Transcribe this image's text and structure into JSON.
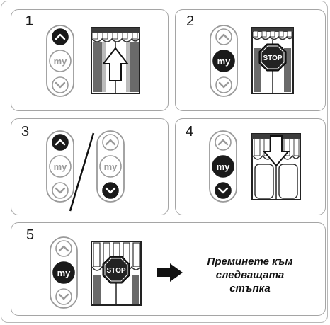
{
  "steps": [
    {
      "number": "1",
      "remote": {
        "up": "pressed",
        "my": "normal",
        "down": "normal"
      },
      "my_label": "my",
      "illustration": "awning-open-arrow-up-icon"
    },
    {
      "number": "2",
      "remote": {
        "up": "normal",
        "my": "pressed",
        "down": "normal"
      },
      "my_label": "my",
      "illustration": "awning-stop-sign-icon",
      "stop_label": "STOP"
    },
    {
      "number": "3",
      "remote_a": {
        "up": "pressed",
        "my": "normal",
        "down": "normal"
      },
      "remote_b": {
        "up": "normal",
        "my": "normal",
        "down": "pressed"
      },
      "my_label": "my",
      "illustration": "slash-separator"
    },
    {
      "number": "4",
      "remote": {
        "up": "normal",
        "my": "pressed",
        "down": "pressed"
      },
      "my_label": "my",
      "illustration": "awning-arrow-down-icon"
    },
    {
      "number": "5",
      "remote": {
        "up": "normal",
        "my": "pressed",
        "down": "normal"
      },
      "my_label": "my",
      "illustration": "awning-stop-sign-icon",
      "stop_label": "STOP",
      "next_text": "Преминете към\nследващата\nстъпка"
    }
  ],
  "colors": {
    "border": "#a5a5a5",
    "button_outline": "#9a9a9a",
    "pressed": "#1a1a1a",
    "awning_dark": "#3c3c3c"
  }
}
